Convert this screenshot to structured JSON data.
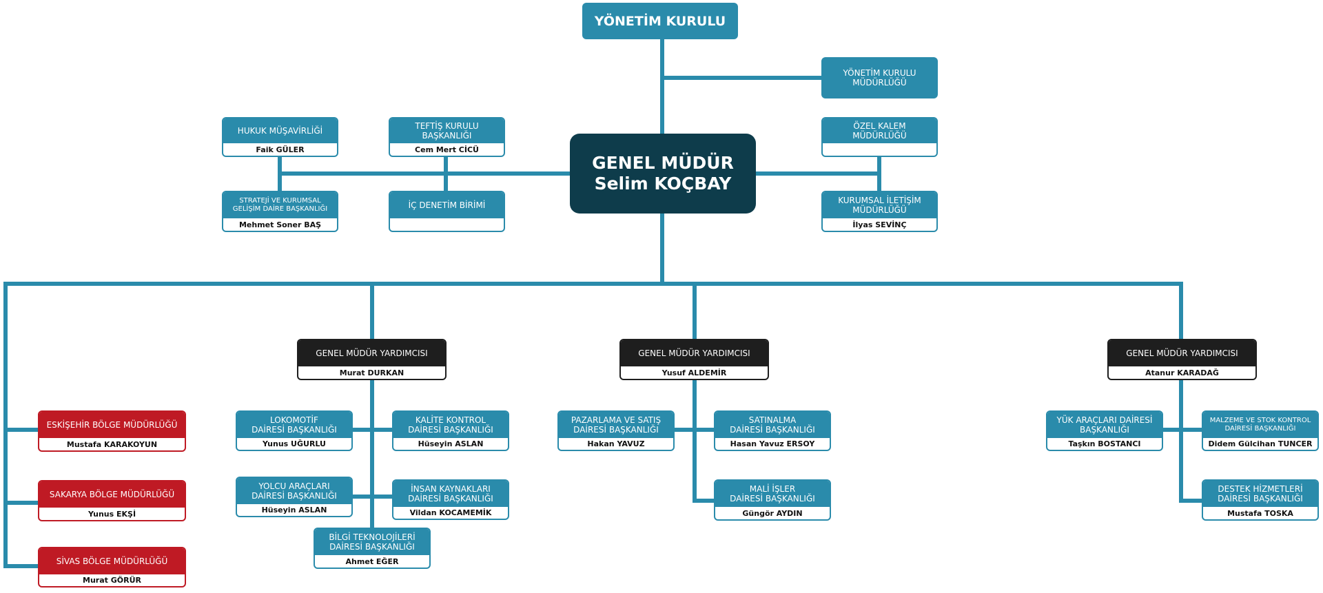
{
  "top": {
    "title": "YÖNETİM KURULU"
  },
  "gm": {
    "title": "GENEL MÜDÜR",
    "name": "Selim KOÇBAY"
  },
  "units": {
    "yk_mudurlugu": {
      "title": "YÖNETİM KURULU\nMÜDÜRLÜĞÜ"
    },
    "hukuk": {
      "title": "HUKUK MÜŞAVİRLİĞİ",
      "name": "Faik GÜLER"
    },
    "teftis": {
      "title": "TEFTİŞ KURULU\nBAŞKANLIĞI",
      "name": "Cem Mert CİCÜ"
    },
    "ozel_kalem": {
      "title": "ÖZEL KALEM MÜDÜRLÜĞÜ",
      "name": ""
    },
    "strateji": {
      "title": "STRATEJİ VE KURUMSAL\nGELİŞİM DAİRE BAŞKANLIĞI",
      "name": "Mehmet Soner BAŞ"
    },
    "ic_denetim": {
      "title": "İÇ DENETİM BİRİMİ",
      "name": ""
    },
    "kurumsal_iletisim": {
      "title": "KURUMSAL İLETİŞİM\nMÜDÜRLÜĞÜ",
      "name": "İlyas SEVİNÇ"
    },
    "gmy1": {
      "title": "GENEL MÜDÜR YARDIMCISI",
      "name": "Murat DURKAN"
    },
    "gmy2": {
      "title": "GENEL MÜDÜR YARDIMCISI",
      "name": "Yusuf ALDEMİR"
    },
    "gmy3": {
      "title": "GENEL MÜDÜR YARDIMCISI",
      "name": "Atanur KARADAĞ"
    },
    "eskisehir": {
      "title": "ESKİŞEHİR BÖLGE MÜDÜRLÜĞÜ",
      "name": "Mustafa KARAKOYUN"
    },
    "sakarya": {
      "title": "SAKARYA BÖLGE MÜDÜRLÜĞÜ",
      "name": "Yunus EKŞİ"
    },
    "sivas": {
      "title": "SİVAS BÖLGE MÜDÜRLÜĞÜ",
      "name": "Murat GÖRÜR"
    },
    "lokomotif": {
      "title": "LOKOMOTİF\nDAİRESİ BAŞKANLIĞI",
      "name": "Yunus UĞURLU"
    },
    "kalite": {
      "title": "KALİTE KONTROL\nDAİRESİ BAŞKANLIĞI",
      "name": "Hüseyin ASLAN"
    },
    "yolcu": {
      "title": "YOLCU ARAÇLARI\nDAİRESİ BAŞKANLIĞI",
      "name": "Hüseyin ASLAN"
    },
    "insan": {
      "title": "İNSAN KAYNAKLARI\nDAİRESİ BAŞKANLIĞI",
      "name": "Vildan KOCAMEMİK"
    },
    "bilgi": {
      "title": "BİLGİ TEKNOLOJİLERİ\nDAİRESİ BAŞKANLIĞI",
      "name": "Ahmet EĞER"
    },
    "pazarlama": {
      "title": "PAZARLAMA VE SATIŞ\nDAİRESİ BAŞKANLIĞI",
      "name": "Hakan YAVUZ"
    },
    "satinalma": {
      "title": "SATINALMA\nDAİRESİ BAŞKANLIĞI",
      "name": "Hasan Yavuz ERSOY"
    },
    "mali": {
      "title": "MALİ İŞLER\nDAİRESİ BAŞKANLIĞI",
      "name": "Güngör AYDIN"
    },
    "yuk": {
      "title": "YÜK ARAÇLARI DAİRESİ\nBAŞKANLIĞI",
      "name": "Taşkın BOSTANCI"
    },
    "malzeme": {
      "title": "MALZEME VE STOK KONTROL\nDAİRESİ BAŞKANLIĞI",
      "name": "Didem Gülcihan TUNCER"
    },
    "destek": {
      "title": "DESTEK HİZMETLERİ\nDAİRESİ BAŞKANLIĞI",
      "name": "Mustafa TOSKA"
    }
  },
  "colors": {
    "line": "#2a8bab",
    "unit": "#2a8bab",
    "deputy": "#1e1e1e",
    "region": "#bf1a24",
    "gm": "#0e3c4b"
  }
}
